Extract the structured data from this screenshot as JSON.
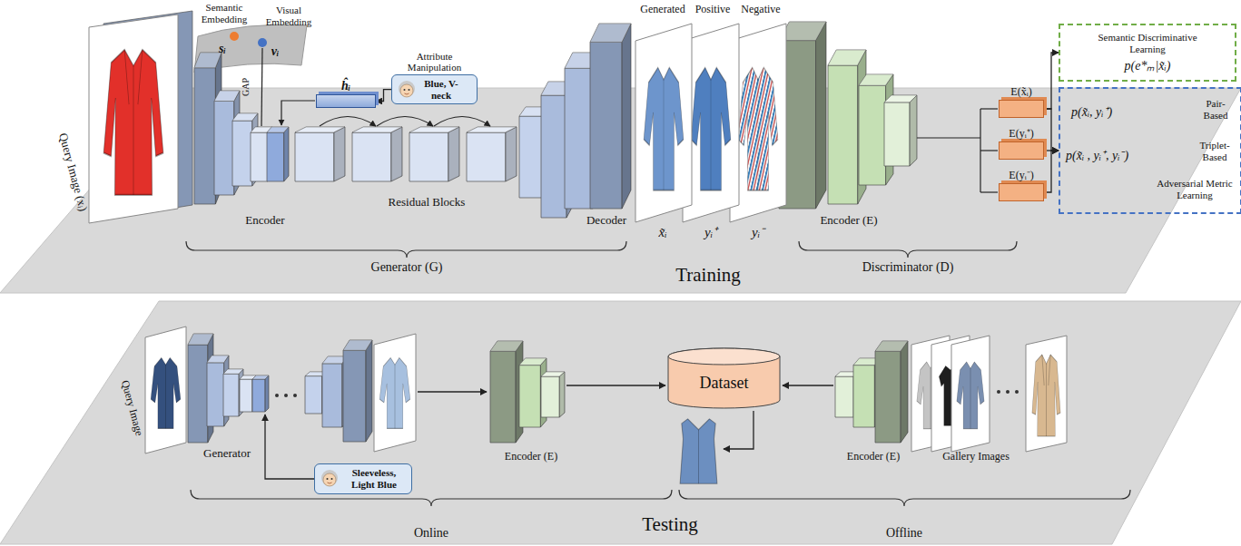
{
  "diagram": {
    "nodes": [
      {
        "text": [
          "Training"
        ]
      },
      {
        "text": [
          "ĥᵢ"
        ],
        "in": 0
      },
      {
        "text": [
          "Attribute Manipulation",
          "Blue, V-neck"
        ],
        "in": 0
      },
      {
        "text": [
          "E(x̃ᵢ)"
        ],
        "in": 0
      },
      {
        "text": [
          "E(yᵢ⁺)"
        ],
        "in": 0
      },
      {
        "text": [
          "E(yᵢ⁻)"
        ],
        "in": 0
      },
      {
        "text": [
          "Semantic Discriminative Learning",
          "p(e*ₘ|x̃ᵢ)"
        ],
        "in": 0
      },
      {
        "text": [
          "p(x̃ᵢ, yᵢ⁺)",
          "Pair-Based",
          "p(x̃ᵢ , yᵢ⁺, yᵢ⁻)",
          "Triplet-Based",
          "Adversarial Metric Learning"
        ],
        "in": 0
      },
      {
        "text": [
          "Testing"
        ]
      },
      {
        "text": [
          "Sleeveless, Light Blue"
        ],
        "in": 8
      },
      {
        "text": [
          "Dataset"
        ],
        "in": 8
      }
    ],
    "edges": [
      {
        "from": 2,
        "to": 1,
        "arrow": "to"
      },
      {
        "from": 3,
        "to": 6,
        "arrow": "to"
      },
      {
        "from": 3,
        "to": 7,
        "arrow": "to"
      },
      {
        "from": 4,
        "to": 7,
        "arrow": "to"
      },
      {
        "from": 5,
        "to": 7,
        "arrow": "to"
      }
    ],
    "labels": [
      "Semantic Embedding",
      "Visual Embedding",
      "sᵢ",
      "vᵢ",
      "GAP",
      "Query Image (xᵢ)",
      "Encoder",
      "Residual Blocks",
      "Decoder",
      "Generator (G)",
      "Generated",
      "Positive",
      "Negative",
      "x̃ᵢ",
      "yᵢ⁺",
      "yᵢ⁻",
      "Encoder (E)",
      "Discriminator (D)",
      "Query Image",
      "Generator",
      "Encoder (E)",
      "Encoder (E)",
      "Gallery Images",
      "Online",
      "Offline"
    ]
  }
}
